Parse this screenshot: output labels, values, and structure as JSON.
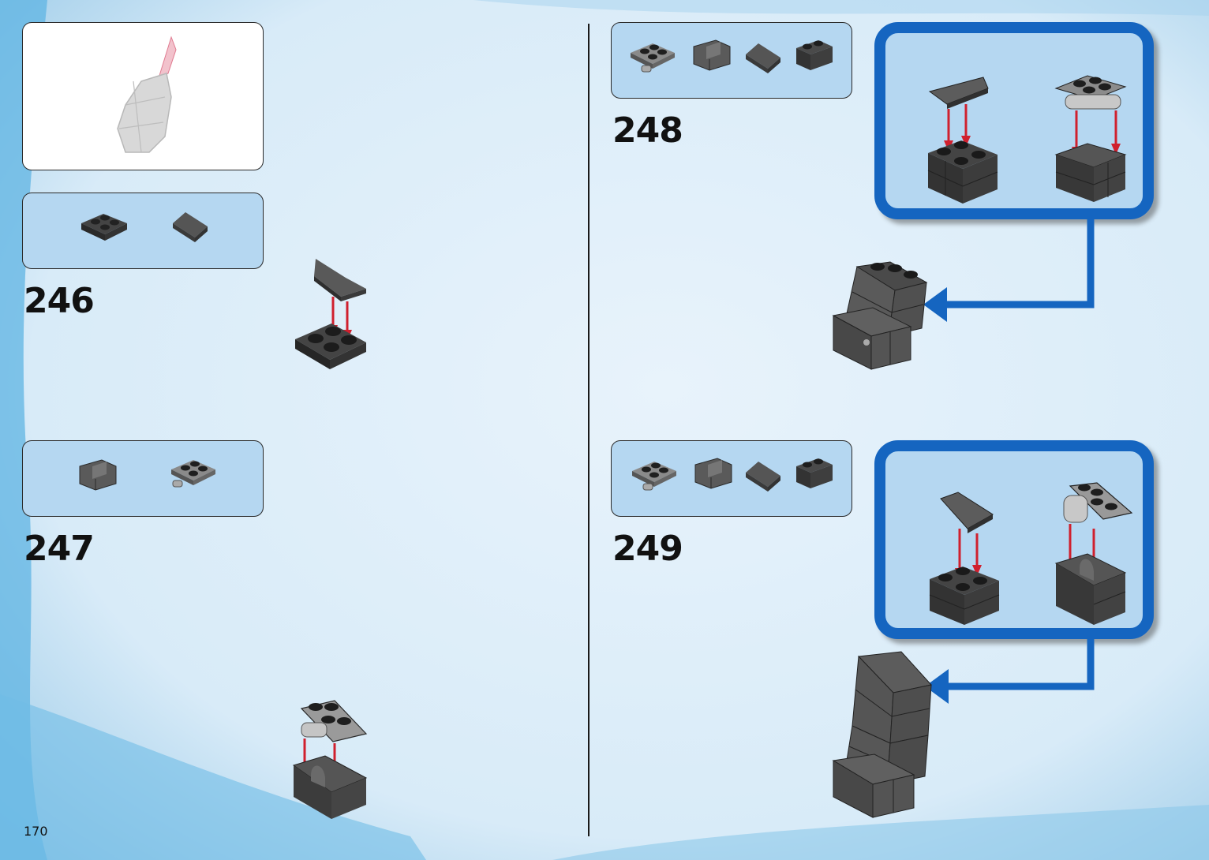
{
  "page": {
    "number": "170"
  },
  "steps": [
    {
      "number": "246",
      "parts": [
        "plate-2x2-icon",
        "slope-tile-icon"
      ]
    },
    {
      "number": "247",
      "parts": [
        "bracket-plate-icon",
        "hinge-plate-2x2-icon"
      ]
    },
    {
      "number": "248",
      "parts": [
        "hinge-plate-2x2-icon",
        "bracket-plate-icon",
        "slope-tile-icon",
        "brick-1x2-icon"
      ]
    },
    {
      "number": "249",
      "parts": [
        "hinge-plate-2x2-icon",
        "bracket-plate-icon",
        "slope-tile-icon",
        "brick-1x2-icon"
      ]
    }
  ],
  "colors": {
    "callout_border": "#1565c0",
    "parts_panel": "#b5d7f1",
    "brick_dark": "#3a3a3a",
    "brick_gray": "#6b6b6b",
    "arrow_red": "#d0202e",
    "tail_pink": "#e8a0b0"
  }
}
